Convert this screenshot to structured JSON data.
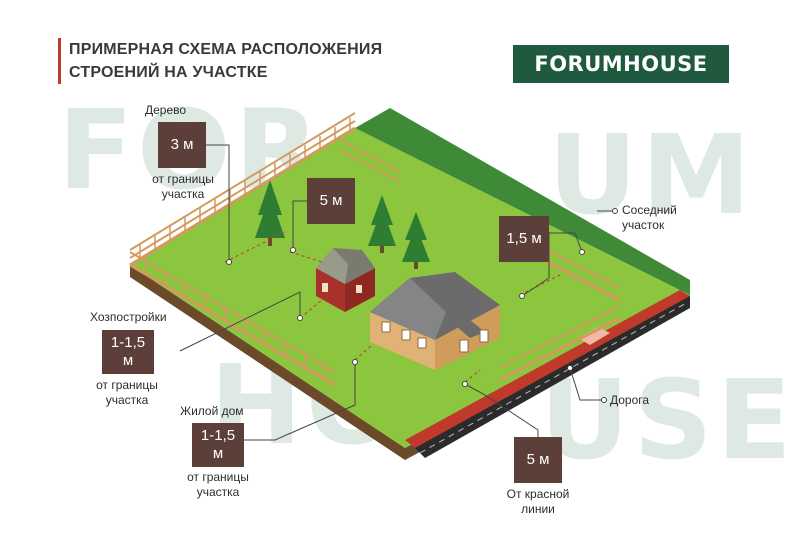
{
  "title": {
    "line1": "ПРИМЕРНАЯ СХЕМА РАСПОЛОЖЕНИЯ",
    "line2": "СТРОЕНИЙ НА УЧАСТКЕ"
  },
  "logo": "FORUMHOUSE",
  "watermark": {
    "for": "FOR",
    "um": "UM",
    "ho": "HO",
    "use": "USE"
  },
  "labels": {
    "tree": "Дерево",
    "tree_distance": "3 м",
    "tree_note_1": "от границы",
    "tree_note_2": "участка",
    "between": "5 м",
    "neighbor_distance": "1,5 м",
    "neighbor_1": "Соседний",
    "neighbor_2": "участок",
    "outbuildings": "Хозпостройки",
    "outbuildings_distance_1": "1-1,5",
    "outbuildings_distance_2": "м",
    "outbuildings_note_1": "от границы",
    "outbuildings_note_2": "участка",
    "house": "Жилой дом",
    "house_distance_1": "1-1,5",
    "house_distance_2": "м",
    "house_note_1": "от границы",
    "house_note_2": "участка",
    "road": "Дорога",
    "red_line_distance": "5 м",
    "red_line_1": "От красной",
    "red_line_2": "линии"
  },
  "colors": {
    "lawn": "#8cc63f",
    "dark_lawn": "#3f8a37",
    "fence": "#d39a5e",
    "box": "#5b3f38",
    "road": "#2b2b2b",
    "red_line": "#c0392b",
    "logo_bg": "#1f5a3f"
  }
}
